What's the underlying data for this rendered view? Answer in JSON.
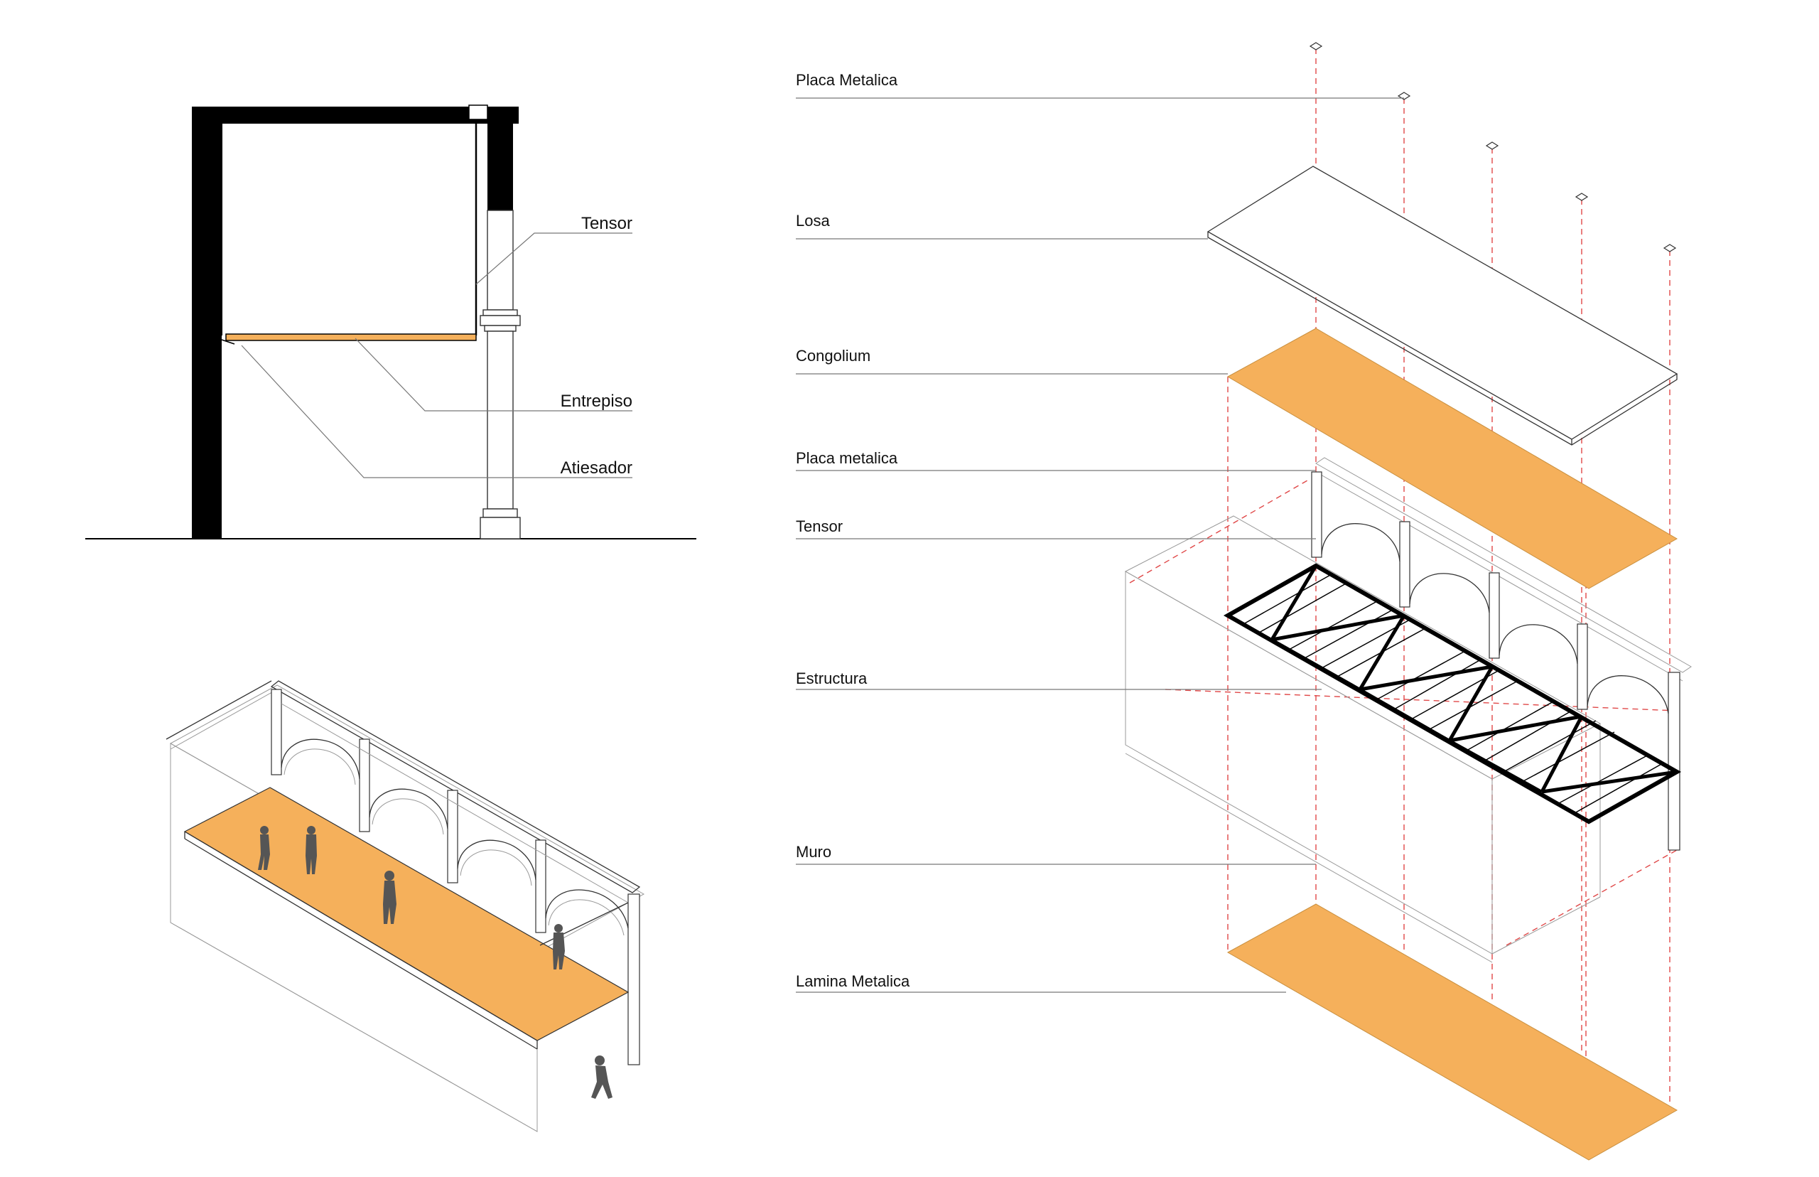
{
  "colors": {
    "accent_orange": "#f5b05b",
    "outline_black": "#000000",
    "leader_gray": "#777777",
    "guide_red": "#e04848"
  },
  "section_labels": {
    "tensor": "Tensor",
    "entrepiso": "Entrepiso",
    "atiesador": "Atiesador"
  },
  "exploded_labels": {
    "placa_metalica_top": "Placa Metalica",
    "losa": "Losa",
    "congolium": "Congolium",
    "placa_metalica_mid": "Placa metalica",
    "tensor": "Tensor",
    "estructura": "Estructura",
    "muro": "Muro",
    "lamina_metalica": "Lamina Metalica"
  },
  "figure_icons": [
    "person-silhouette"
  ]
}
